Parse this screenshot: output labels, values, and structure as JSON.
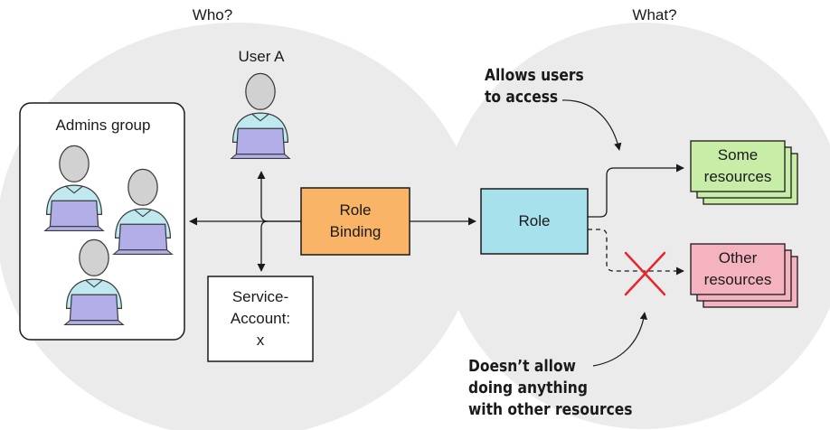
{
  "headers": {
    "who": "Who?",
    "what": "What?"
  },
  "subjects": {
    "user_label": "User A",
    "group_label": "Admins group",
    "service_account": "Service-\nAccount:\nx"
  },
  "binding": {
    "role_binding": "Role\nBinding",
    "role": "Role"
  },
  "resources": {
    "some": "Some\nresources",
    "other": "Other\nresources"
  },
  "annotations": {
    "allows": "Allows users\nto access",
    "denies": "Doesn’t allow\ndoing anything\nwith other resources"
  },
  "colors": {
    "circle": "#ebebeb",
    "person_head": "#d1d1d1",
    "person_body": "#bfe8ef",
    "laptop": "#b1aee8",
    "role_binding": "#f9b467",
    "role": "#a7e1ec",
    "some_resources": "#c7eda7",
    "other_resources": "#f5b3c0",
    "deny_cross": "#e8242d"
  }
}
